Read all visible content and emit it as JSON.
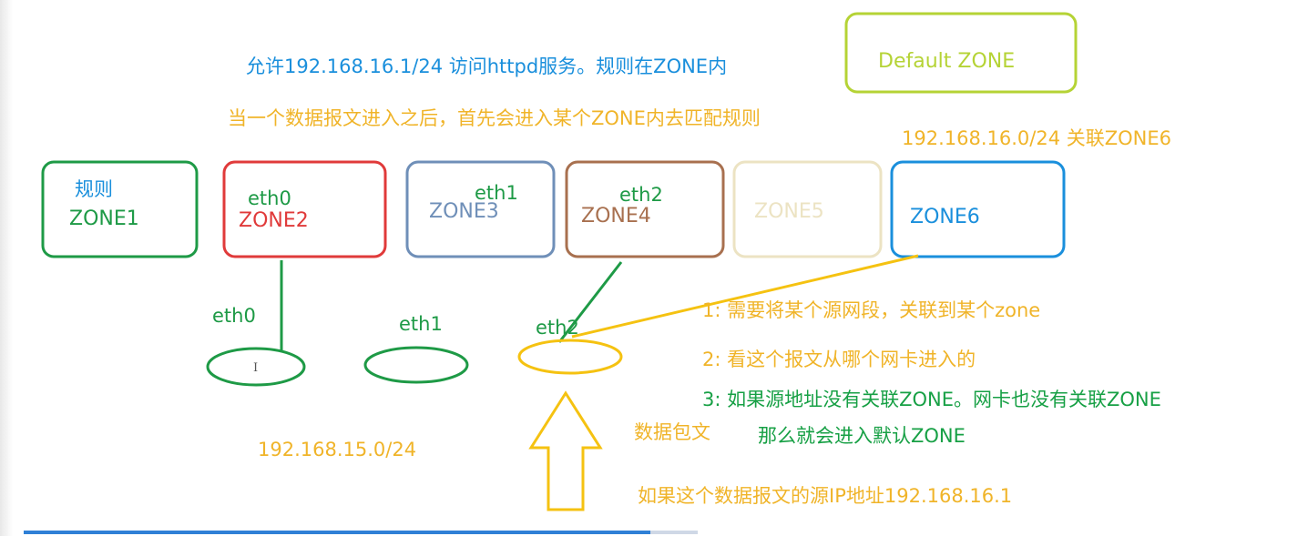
{
  "colors": {
    "green": "#1e9a46",
    "red": "#e03a3a",
    "blue_gray": "#6f8fb8",
    "brown": "#a8704f",
    "beige": "#ece3c3",
    "blue": "#1a8fdc",
    "lime": "#b5d335",
    "yellow": "#f5c211",
    "text_blue": "#1a8fdc",
    "text_yellow": "#f0b429",
    "text_green": "#17a045"
  },
  "header": {
    "title": "允许192.168.16.1/24 访问httpd服务。规则在ZONE内",
    "subtitle": "当一个数据报文进入之后，首先会进入某个ZONE内去匹配规则"
  },
  "default_zone": {
    "label": "Default ZONE"
  },
  "zone6_network": "192.168.16.0/24  关联ZONE6",
  "zones": [
    {
      "label": "ZONE1",
      "rule_label": "规则"
    },
    {
      "label": "ZONE2",
      "iface_label": "eth0"
    },
    {
      "label": "ZONE3",
      "iface_label": "eth1"
    },
    {
      "label": "ZONE4",
      "iface_label": "eth2"
    },
    {
      "label": "ZONE5"
    },
    {
      "label": "ZONE6"
    }
  ],
  "interfaces": [
    {
      "label": "eth0"
    },
    {
      "label": "eth1"
    },
    {
      "label": "eth2"
    }
  ],
  "cursor_glyph": "I",
  "network_label": "192.168.15.0/24",
  "packet_label": "数据包文",
  "notes": [
    "1:   需要将某个源网段，关联到某个zone",
    "2:   看这个报文从哪个网卡进入的",
    "3: 如果源地址没有关联ZONE。网卡也没有关联ZONE",
    "那么就会进入默认ZONE"
  ],
  "source_ip_note": "如果这个数据报文的源IP地址192.168.16.1",
  "video_progress": 0.93
}
